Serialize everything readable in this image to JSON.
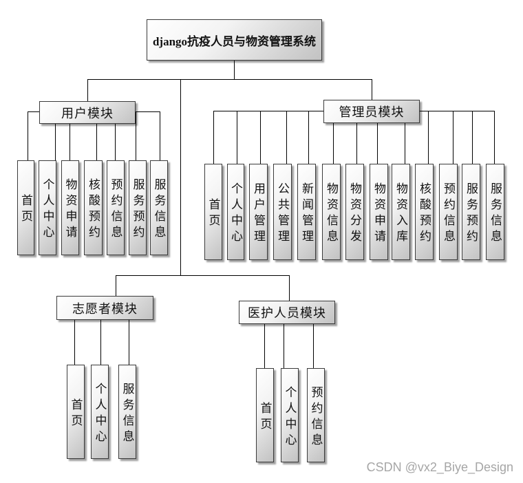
{
  "root": {
    "title": "django抗疫人员与物资管理系统"
  },
  "modules": [
    {
      "title": "用户模块",
      "items": [
        "首页",
        "个人中心",
        "物资申请",
        "核酸预约",
        "预约信息",
        "服务预约",
        "服务信息"
      ]
    },
    {
      "title": "管理员模块",
      "items": [
        "首页",
        "个人中心",
        "用户管理",
        "公共管理",
        "新闻管理",
        "物资信息",
        "物资分发",
        "物资申请",
        "物资入库",
        "核酸预约",
        "预约信息",
        "服务预约",
        "服务信息"
      ]
    },
    {
      "title": "志愿者模块",
      "items": [
        "首页",
        "个人中心",
        "服务信息"
      ]
    },
    {
      "title": "医护人员模块",
      "items": [
        "首页",
        "个人中心",
        "预约信息"
      ]
    }
  ],
  "watermark": "CSDN @vx2_Biye_Design"
}
